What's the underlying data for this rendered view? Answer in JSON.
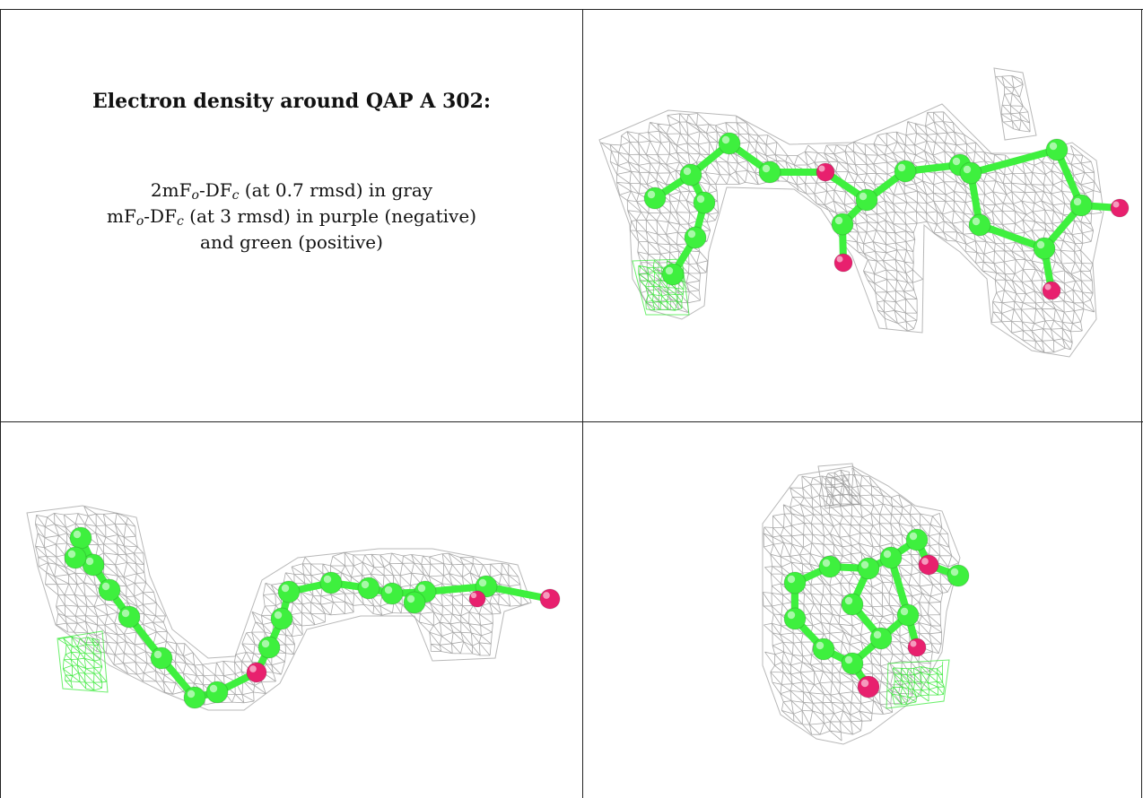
{
  "panel_title": "Electron density around QAP A 302:",
  "legend": {
    "line1_prefix": "2mF",
    "line1_mid": "-DF",
    "line1_suffix": " (at 0.7 rmsd) in gray",
    "line2_prefix": "mF",
    "line2_mid": "-DF",
    "line2_suffix": " (at 3 rmsd) in purple (negative)",
    "line3": "and green (positive)",
    "sub_o": "o",
    "sub_c": "c"
  },
  "colors": {
    "mesh_gray": "#9a9a9a",
    "carbon_green": "#3ef03e",
    "oxygen_pink": "#e8206e",
    "positive_density_green": "#2ee82e",
    "grid_lines": "#222222"
  },
  "views": [
    {
      "name": "view-front",
      "description_icon": "molecule-mesh-icon"
    },
    {
      "name": "view-side",
      "description_icon": "molecule-mesh-icon"
    },
    {
      "name": "view-end",
      "description_icon": "molecule-mesh-icon"
    }
  ]
}
